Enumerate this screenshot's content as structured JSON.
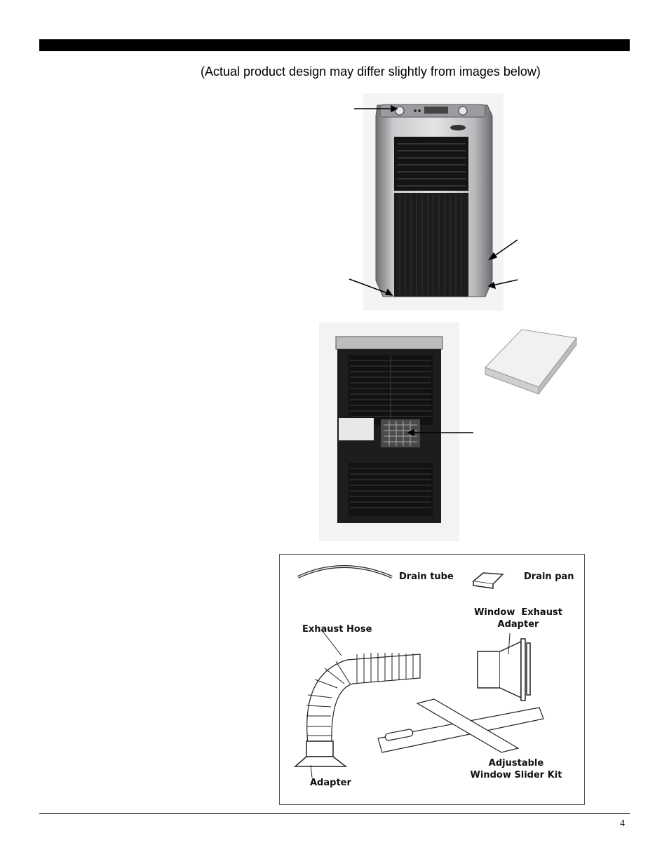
{
  "note": "(Actual product design may differ slightly from images below)",
  "page_number": "4",
  "accessories": {
    "drain_tube": "Drain tube",
    "drain_pan": "Drain pan",
    "window_exhaust_adapter_line1": "Window  Exhaust",
    "window_exhaust_adapter_line2": "Adapter",
    "exhaust_hose": "Exhaust Hose",
    "adapter": "Adapter",
    "slider_kit_line1": "Adjustable",
    "slider_kit_line2": "Window Slider Kit"
  }
}
